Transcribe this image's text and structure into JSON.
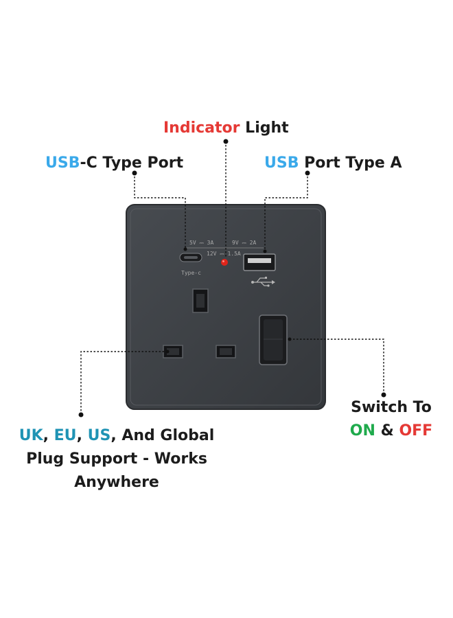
{
  "callouts": {
    "indicator": {
      "highlight": "Indicator",
      "rest": " Light",
      "highlight_color": "#e53935"
    },
    "usbc": {
      "highlight": "USB",
      "rest": "-C Type Port",
      "highlight_color": "#3aa9ea"
    },
    "usba": {
      "highlight": "USB",
      "rest": " Port Type A",
      "highlight_color": "#3aa9ea"
    },
    "global": {
      "uk": "UK",
      "sep1": ", ",
      "eu": "EU",
      "sep2": ", ",
      "us": "US",
      "line1_rest": ", And Global",
      "line2": "Plug Support - Works",
      "line3": "Anywhere",
      "highlight_color": "#1f93b4"
    },
    "switch": {
      "line1": "Switch To",
      "on": "ON",
      "amp": " & ",
      "off": "OFF",
      "on_color": "#1faa4c",
      "off_color": "#e53935"
    }
  },
  "socket_labels": {
    "usbc_rating": "5V ⎓ 3A",
    "usba_rating": "9V ⎓ 2A",
    "shared_rating": "12V ⎓ 1.5A",
    "typec_label": "Type-c"
  },
  "icons": [
    "usb-symbol-icon"
  ],
  "colors": {
    "plate": "#3d4145",
    "indicator_led": "#e0251b"
  }
}
